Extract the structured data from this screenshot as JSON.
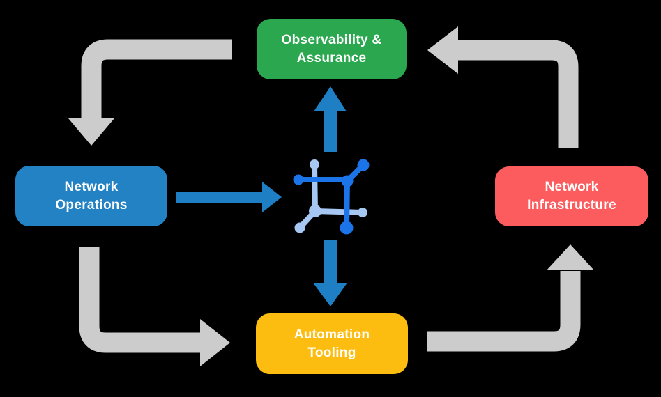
{
  "diagram": {
    "nodes": {
      "observability": {
        "line1": "Observability &",
        "line2": "Assurance"
      },
      "operations": {
        "line1": "Network",
        "line2": "Operations"
      },
      "infrastructure": {
        "line1": "Network",
        "line2": "Infrastructure"
      },
      "automation": {
        "line1": "Automation",
        "line2": "Tooling"
      }
    },
    "arrows": {
      "cycle": [
        {
          "name": "observability-to-operations"
        },
        {
          "name": "operations-to-automation"
        },
        {
          "name": "automation-to-infrastructure"
        },
        {
          "name": "infrastructure-to-observability"
        }
      ],
      "flows": [
        {
          "name": "operations-to-center"
        },
        {
          "name": "center-to-observability"
        },
        {
          "name": "center-to-automation"
        }
      ]
    },
    "center_icon": {
      "name": "network-nodes-icon"
    },
    "colors": {
      "observability": "#2ba84f",
      "operations": "#2282c3",
      "infrastructure": "#fd5c5e",
      "automation": "#fdbd10",
      "cycle_arrow": "#cccccc",
      "flow_arrow": "#1e7fc5",
      "icon_dark": "#1c75e8",
      "icon_light": "#a6c7f2",
      "text": "#ffffff",
      "background": "#000000"
    }
  }
}
